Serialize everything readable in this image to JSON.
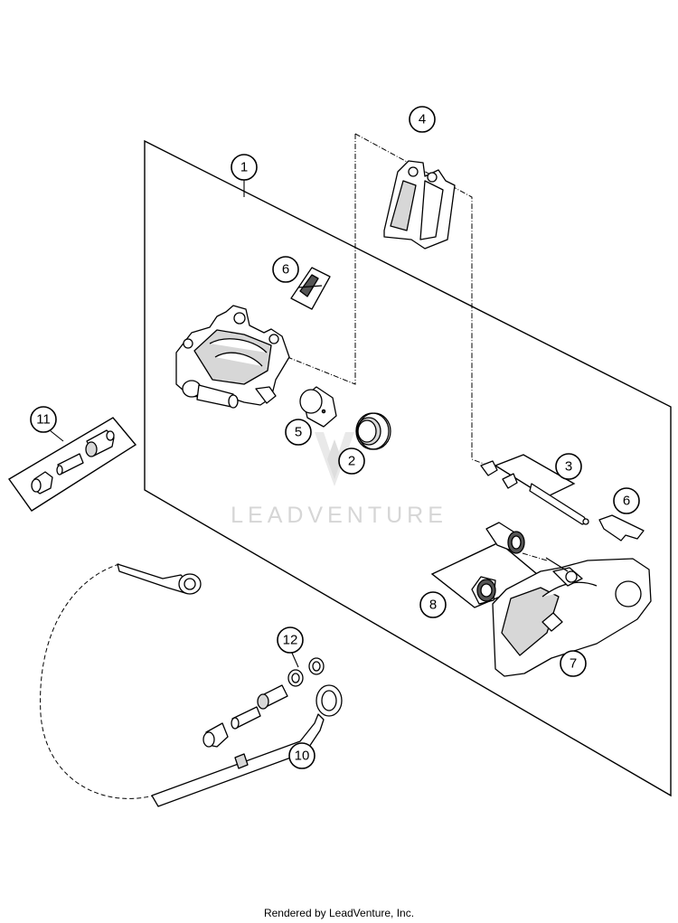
{
  "watermark": "LEADVENTURE",
  "footer": "Rendered by LeadVenture, Inc.",
  "callouts": [
    "1",
    "2",
    "3",
    "4",
    "5",
    "6",
    "6",
    "7",
    "8",
    "10",
    "11",
    "12"
  ]
}
